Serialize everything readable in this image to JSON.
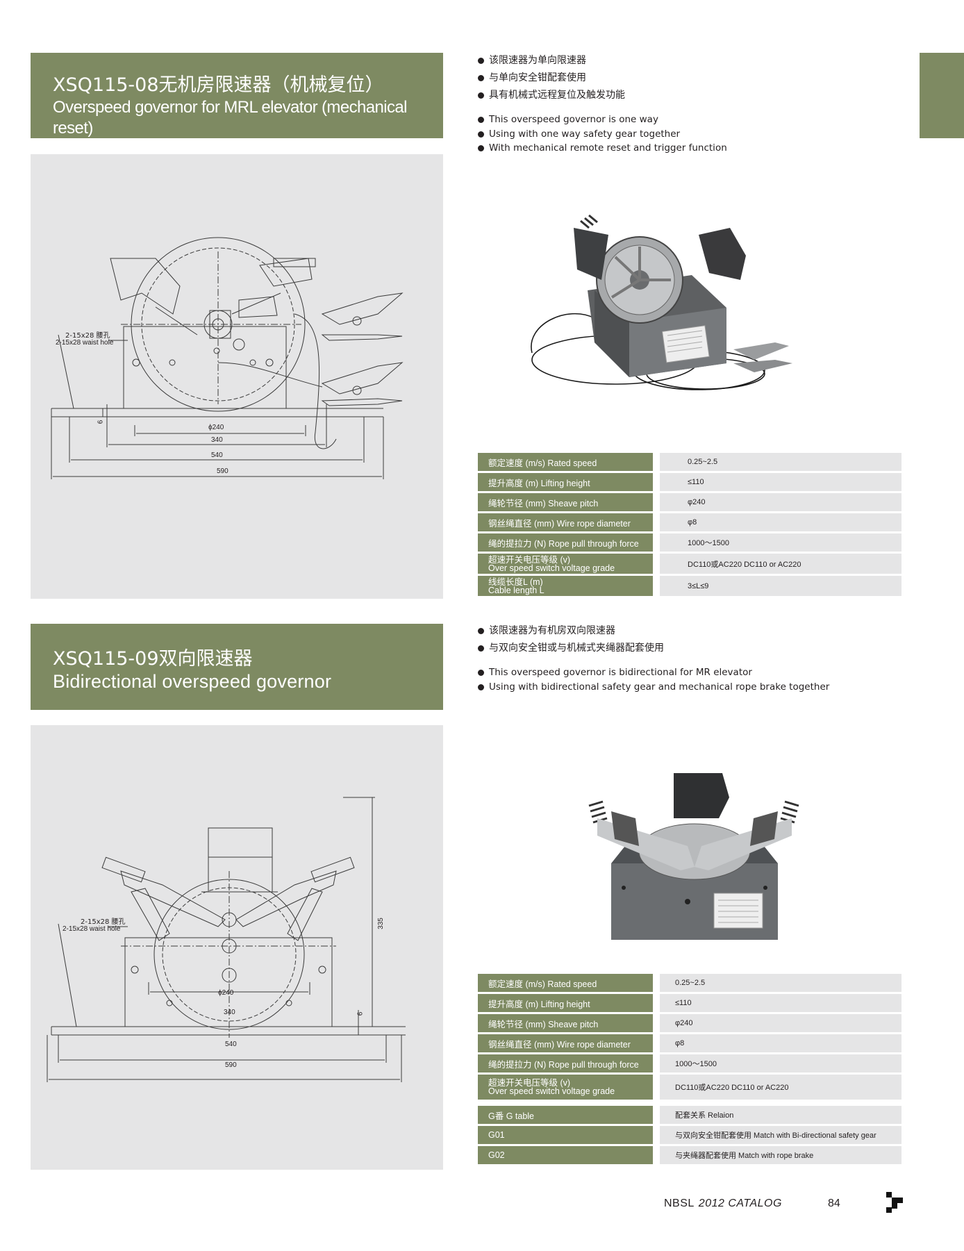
{
  "section1": {
    "title_cn": "XSQ115-08无机房限速器（机械复位）",
    "title_en": "Overspeed governor for MRL elevator (mechanical reset)",
    "bullets_cn": [
      "该限速器为单向限速器",
      "与单向安全钳配套使用",
      "具有机械式远程复位及触发功能"
    ],
    "bullets_en": [
      "This overspeed governor is one way",
      "Using with one way safety gear together",
      "With mechanical remote reset and trigger function"
    ],
    "drawing": {
      "hole_label_cn": "2-15x28 腰孔",
      "hole_label_en": "2-15x28 waist hole",
      "dim_thickness": "6",
      "dim_diameter": "ϕ240",
      "dim_340": "340",
      "dim_540": "540",
      "dim_590": "590"
    },
    "specs": [
      {
        "label": "额定速度 (m/s) Rated speed",
        "value": "0.25~2.5"
      },
      {
        "label": "提升高度 (m) Lifting height",
        "value": "≤110"
      },
      {
        "label": "绳轮节径 (mm) Sheave pitch",
        "value": "φ240"
      },
      {
        "label": "钢丝绳直径 (mm) Wire rope diameter",
        "value": "φ8"
      },
      {
        "label": "绳的提拉力 (N) Rope pull through force",
        "value": "1000～1500"
      },
      {
        "label": "超速开关电压等级 (v)",
        "label2": "Over speed switch voltage grade",
        "value": "DC110或AC220   DC110 or AC220"
      },
      {
        "label": "线缆长度L (m)",
        "label2": "Cable length L",
        "value": "3≤L≤9"
      }
    ]
  },
  "section2": {
    "title_cn": "XSQ115-09双向限速器",
    "title_en": "Bidirectional overspeed governor",
    "bullets_cn": [
      "该限速器为有机房双向限速器",
      "与双向安全钳或与机械式夹绳器配套使用"
    ],
    "bullets_en": [
      "This overspeed governor is bidirectional for MR elevator",
      "Using with bidirectional safety gear and mechanical rope brake together"
    ],
    "drawing": {
      "hole_label_cn": "2-15x28 腰孔",
      "hole_label_en": "2-15x28 waist hole",
      "dim_height": "335",
      "dim_thickness": "6",
      "dim_diameter": "ϕ240",
      "dim_340": "340",
      "dim_540": "540",
      "dim_590": "590"
    },
    "specs": [
      {
        "label": "额定速度 (m/s) Rated speed",
        "value": "0.25~2.5"
      },
      {
        "label": "提升高度 (m) Lifting height",
        "value": "≤110"
      },
      {
        "label": "绳轮节径 (mm) Sheave pitch",
        "value": "φ240"
      },
      {
        "label": "钢丝绳直径 (mm) Wire rope diameter",
        "value": "φ8"
      },
      {
        "label": "绳的提拉力 (N) Rope pull through force",
        "value": "1000～1500"
      },
      {
        "label": "超速开关电压等级 (v)",
        "label2": "Over speed switch voltage grade",
        "value": "DC110或AC220   DC110 or AC220"
      }
    ],
    "g_table": [
      {
        "label": "G番 G table",
        "value": "配套关系 Relaion"
      },
      {
        "label": "G01",
        "value": "与双向安全钳配套使用 Match with Bi-directional safety gear"
      },
      {
        "label": "G02",
        "value": "与夹绳器配套使用 Match with rope brake"
      }
    ]
  },
  "footer": {
    "brand": "NBSL",
    "catalog": "2012 CATALOG",
    "page_number": "84"
  },
  "colors": {
    "olive": "#7e8a62",
    "panel_gray": "#e5e5e6"
  }
}
